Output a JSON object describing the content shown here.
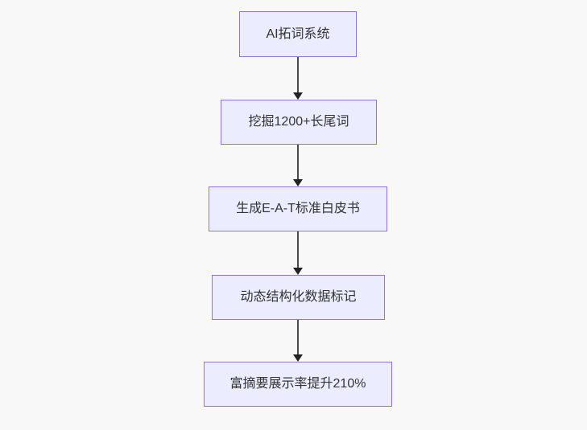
{
  "diagram": {
    "type": "flowchart",
    "direction": "top-down",
    "background_color": "#f8f8f8",
    "node_fill_color": "#ececff",
    "node_border_color": "#9370db",
    "node_text_color": "#333333",
    "arrow_color": "#333333",
    "nodes": [
      {
        "id": "A",
        "label": "AI拓词系统"
      },
      {
        "id": "B",
        "label": "挖掘1200+长尾词"
      },
      {
        "id": "C",
        "label": "生成E-A-T标准白皮书"
      },
      {
        "id": "D",
        "label": "动态结构化数据标记"
      },
      {
        "id": "E",
        "label": "富摘要展示率提升210%"
      }
    ],
    "edges": [
      {
        "from": "A",
        "to": "B"
      },
      {
        "from": "B",
        "to": "C"
      },
      {
        "from": "C",
        "to": "D"
      },
      {
        "from": "D",
        "to": "E"
      }
    ]
  }
}
